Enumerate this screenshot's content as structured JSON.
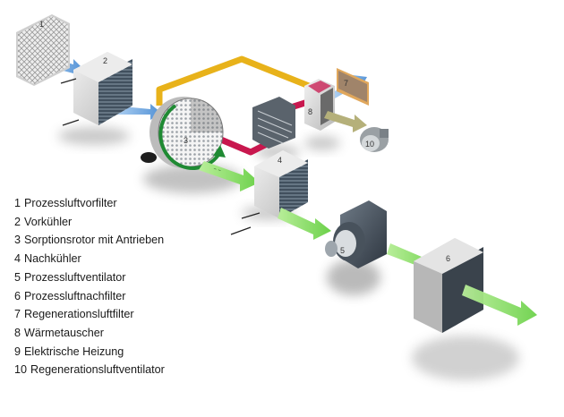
{
  "legend": [
    {
      "num": "1",
      "label": "Prozessluftvorfilter"
    },
    {
      "num": "2",
      "label": "Vorkühler"
    },
    {
      "num": "3",
      "label": "Sorptionsrotor mit Antrieben"
    },
    {
      "num": "4",
      "label": "Nachkühler"
    },
    {
      "num": "5",
      "label": "Prozessluftventilator"
    },
    {
      "num": "6",
      "label": "Prozessluftnachfilter"
    },
    {
      "num": "7",
      "label": "Regenerationsluftfilter"
    },
    {
      "num": "8",
      "label": "Wärmetauscher"
    },
    {
      "num": "9",
      "label": "Elektrische Heizung"
    },
    {
      "num": "10",
      "label": "Regenerationsluftventilator"
    }
  ],
  "component_numbers": {
    "filter1": "1",
    "cooler2": "2",
    "rotor3": "3",
    "cooler4": "4",
    "fan5": "5",
    "filter6": "6",
    "filter7": "7",
    "exchanger8": "8",
    "fan10": "10"
  },
  "colors": {
    "process_air_in": "#4a8fd6",
    "process_air_out": "#7ed957",
    "regeneration_hot": "#c8174e",
    "regeneration_duct": "#e8b21a",
    "housing": "#d9d9d9"
  }
}
